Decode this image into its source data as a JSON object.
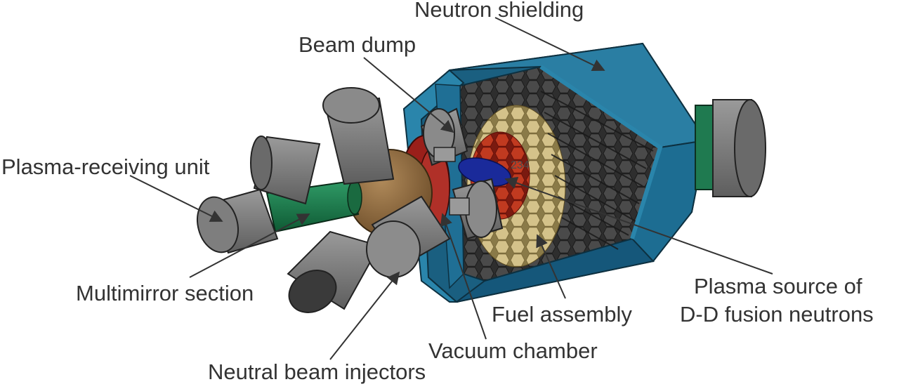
{
  "labels": {
    "neutron_shielding": "Neutron shielding",
    "beam_dump": "Beam dump",
    "plasma_receiving_unit": "Plasma-receiving unit",
    "multimirror_section": "Multimirror section",
    "neutral_beam_injectors": "Neutral beam injectors",
    "vacuum_chamber": "Vacuum chamber",
    "fuel_assembly": "Fuel assembly",
    "plasma_source_line1": "Plasma source of",
    "plasma_source_line2": "D-D fusion neutrons"
  },
  "cell_numbers": "234",
  "colors": {
    "shielding": "#1e6c8c",
    "shielding_dark": "#155878",
    "cylinder_grey": "#808080",
    "multimirror_green": "#1f7a50",
    "central_cell": "#8c6a45",
    "vacuum_red": "#9a1f1a",
    "plasma_blue": "#1a2a9a",
    "fuel_yellow": "#c8b478",
    "fuel_red": "#b03020",
    "hex_dark": "#3a3a3a"
  }
}
